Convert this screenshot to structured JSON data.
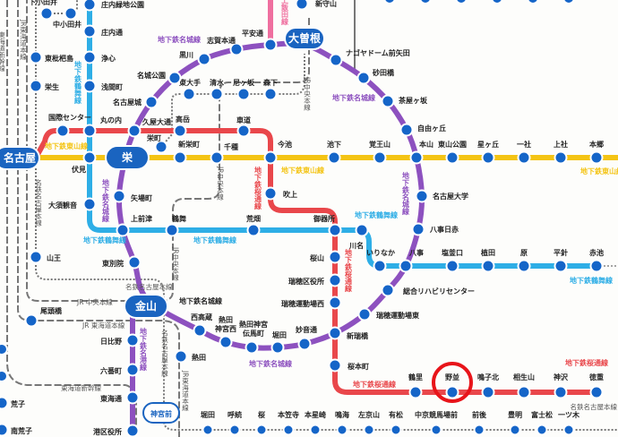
{
  "title": "名古屋市営地下鉄 路線図",
  "colors": {
    "higashiyama": "#f4c414",
    "tsurumai": "#2eaee6",
    "sakuradori": "#e9474b",
    "meijo": "#8d51bf",
    "kamiiida": "#ef6f9f",
    "station": "#1565c8",
    "highlight": "#e8141a"
  },
  "hubs": [
    "名古屋",
    "栄",
    "金山",
    "大曽根",
    "神宮前"
  ],
  "highlighted_station": "野並",
  "stations": [
    {
      "name": "下小田井"
    },
    {
      "name": "中小田井"
    },
    {
      "name": "東枇杷島"
    },
    {
      "name": "栄生"
    },
    {
      "name": "庄内緑地公園"
    },
    {
      "name": "庄内通"
    },
    {
      "name": "浄心"
    },
    {
      "name": "浅間町"
    },
    {
      "name": "国際センター"
    },
    {
      "name": "丸の内"
    },
    {
      "name": "伏見"
    },
    {
      "name": "大須観音"
    },
    {
      "name": "久屋大通"
    },
    {
      "name": "高岳"
    },
    {
      "name": "車道"
    },
    {
      "name": "栄町"
    },
    {
      "name": "新栄町"
    },
    {
      "name": "千種"
    },
    {
      "name": "今池"
    },
    {
      "name": "吹上"
    },
    {
      "name": "東大手"
    },
    {
      "name": "清水"
    },
    {
      "name": "尼ヶ坂"
    },
    {
      "name": "森下"
    },
    {
      "name": "名城公園"
    },
    {
      "name": "名古屋城"
    },
    {
      "name": "黒川"
    },
    {
      "name": "志賀本通"
    },
    {
      "name": "平安通"
    },
    {
      "name": "新守山"
    },
    {
      "name": "ナゴヤドーム前矢田"
    },
    {
      "name": "砂田橋"
    },
    {
      "name": "茶屋ヶ坂"
    },
    {
      "name": "自由ヶ丘"
    },
    {
      "name": "池下"
    },
    {
      "name": "覚王山"
    },
    {
      "name": "本山"
    },
    {
      "name": "東山公園"
    },
    {
      "name": "星ヶ丘"
    },
    {
      "name": "一社"
    },
    {
      "name": "上社"
    },
    {
      "name": "本郷"
    },
    {
      "name": "名古屋大学"
    },
    {
      "name": "矢場町"
    },
    {
      "name": "上前津"
    },
    {
      "name": "鶴舞"
    },
    {
      "name": "荒畑"
    },
    {
      "name": "御器所"
    },
    {
      "name": "川名"
    },
    {
      "name": "八事日赤"
    },
    {
      "name": "いりなか"
    },
    {
      "name": "八事"
    },
    {
      "name": "塩釜口"
    },
    {
      "name": "植田"
    },
    {
      "name": "原"
    },
    {
      "name": "平針"
    },
    {
      "name": "赤池"
    },
    {
      "name": "山王"
    },
    {
      "name": "東別院"
    },
    {
      "name": "桜山"
    },
    {
      "name": "瑞穂区役所"
    },
    {
      "name": "瑞穂運動場西"
    },
    {
      "name": "総合リハビリセンター"
    },
    {
      "name": "瑞穂運動場東"
    },
    {
      "name": "新瑞橋"
    },
    {
      "name": "妙音通"
    },
    {
      "name": "堀田"
    },
    {
      "name": "熱田神宮",
      "name2": "伝馬町"
    },
    {
      "name": "熱田",
      "name2": "神宮西"
    },
    {
      "name": "西高蔵"
    },
    {
      "name": "熱田"
    },
    {
      "name": "尾頭橋"
    },
    {
      "name": "日比野"
    },
    {
      "name": "六番町"
    },
    {
      "name": "東海通"
    },
    {
      "name": "港区役所"
    },
    {
      "name": "荒子"
    },
    {
      "name": "南荒子"
    },
    {
      "name": "桜本町"
    },
    {
      "name": "鶴里"
    },
    {
      "name": "野並"
    },
    {
      "name": "鳴子北"
    },
    {
      "name": "相生山"
    },
    {
      "name": "神沢"
    },
    {
      "name": "徳重"
    },
    {
      "name": "堀田"
    },
    {
      "name": "呼続"
    },
    {
      "name": "桜"
    },
    {
      "name": "本笠寺"
    },
    {
      "name": "本星崎"
    },
    {
      "name": "鳴海"
    },
    {
      "name": "左京山"
    },
    {
      "name": "有松"
    },
    {
      "name": "中京競馬場前"
    },
    {
      "name": "前後"
    },
    {
      "name": "豊明"
    },
    {
      "name": "富士松"
    },
    {
      "name": "一ツ木"
    }
  ],
  "line_labels": [
    "地下鉄名城線",
    "地下鉄名城線",
    "地下鉄名城線",
    "地下鉄名城線",
    "地下鉄名城線",
    "地下鉄名城線",
    "地下鉄東山線",
    "地下鉄東山線",
    "地下鉄東山線",
    "地下鉄鶴舞線",
    "地下鉄鶴舞線",
    "地下鉄鶴舞線",
    "地下鉄鶴舞線",
    "地下鉄鶴舞線",
    "地下鉄桜通線",
    "地下鉄桜通線",
    "地下鉄桜通線",
    "地下鉄桜通線",
    "地下鉄名港線",
    "上飯田線",
    "JR東海道本線",
    "東海道新幹線",
    "名鉄名古屋本線",
    "名鉄名古屋本線",
    "JR 中央本線",
    "JR 東海道本線",
    "東海道新幹線",
    "JR中央本線",
    "JR中央本線",
    "JR中央本線",
    "名鉄名古屋本線",
    "JR東海道本線",
    "名鉄名古屋本線"
  ]
}
